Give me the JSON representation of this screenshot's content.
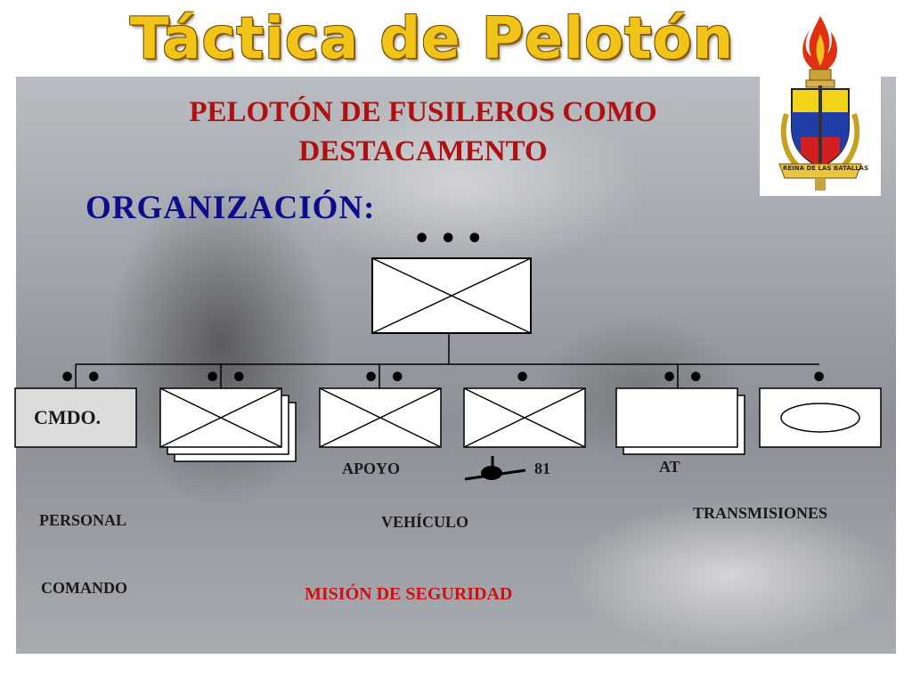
{
  "title": "Táctica de Pelotón",
  "subtitle_line1": "PELOTÓN DE FUSILEROS COMO",
  "subtitle_line2": "DESTACAMENTO",
  "heading": "ORGANIZACIÓN:",
  "logo_text": "REINA DE LAS BATALLAS",
  "top_unit": {
    "echelon": "• • •"
  },
  "units": [
    {
      "id": "cmdo",
      "label": "CMDO.",
      "echelon": "• •"
    },
    {
      "id": "fusileros",
      "label": "",
      "echelon": "• •"
    },
    {
      "id": "apoyo",
      "label": "APOYO",
      "echelon": "• •"
    },
    {
      "id": "mortero",
      "label": "81",
      "echelon": "•"
    },
    {
      "id": "at",
      "label": "AT",
      "echelon": "• •"
    },
    {
      "id": "transmisiones",
      "label": "TRANSMISIONES",
      "echelon": "•"
    }
  ],
  "notes": {
    "personal": "PERSONAL",
    "vehiculo": "VEHÍCULO",
    "comando": "COMANDO",
    "mision": "MISIÓN DE SEGURIDAD"
  },
  "colors": {
    "title": "#f0c419",
    "subtitle": "#b01010",
    "heading": "#0c0c8c",
    "mission": "#d01010"
  }
}
